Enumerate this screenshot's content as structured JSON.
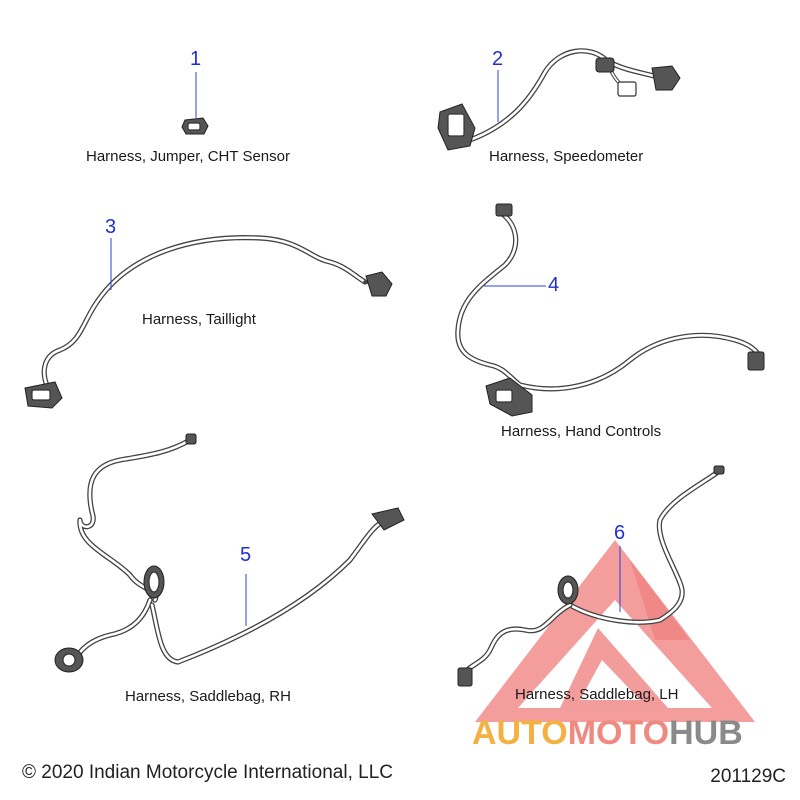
{
  "parts": [
    {
      "number": "1",
      "name": "Harness, Jumper, CHT Sensor"
    },
    {
      "number": "2",
      "name": "Harness, Speedometer"
    },
    {
      "number": "3",
      "name": "Harness, Taillight"
    },
    {
      "number": "4",
      "name": "Harness, Hand Controls"
    },
    {
      "number": "5",
      "name": "Harness, Saddlebag, RH"
    },
    {
      "number": "6",
      "name": "Harness, Saddlebag, LH"
    }
  ],
  "footer": {
    "copyright": "© 2020 Indian Motorcycle International, LLC",
    "diagram_code": "201129C"
  },
  "watermark": {
    "brand": "AUTOMOTOHUB",
    "part_a": "AUTO",
    "part_b": "MOTO",
    "part_c": "HUB",
    "colors": {
      "auto": "#f5b042",
      "moto": "#f08a80",
      "hub": "#8a8a8a",
      "triangle": "#ec5b5b"
    }
  },
  "colors": {
    "callout": "#1f2fd8",
    "line": "#444444"
  }
}
